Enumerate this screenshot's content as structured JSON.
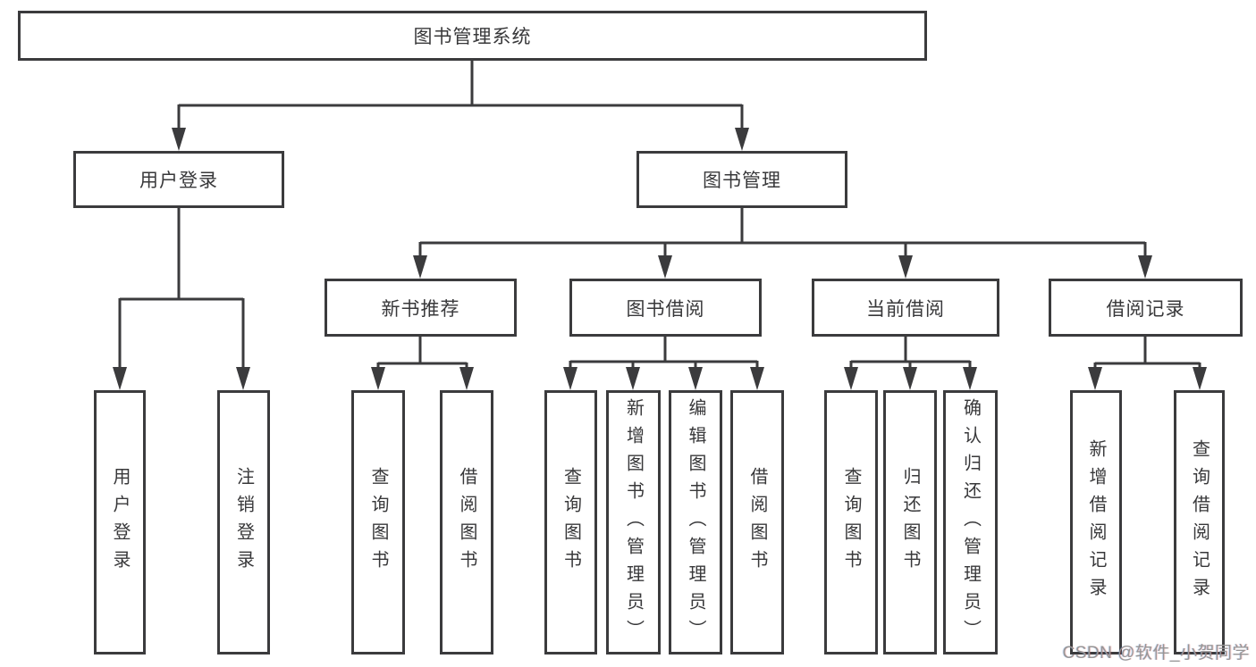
{
  "tree": {
    "root": {
      "label": "图书管理系统"
    },
    "branches": [
      {
        "label": "用户登录",
        "children": [
          {
            "label": "用户登录"
          },
          {
            "label": "注销登录"
          }
        ]
      },
      {
        "label": "图书管理",
        "children": [
          {
            "label": "新书推荐",
            "children": [
              {
                "label": "查询图书"
              },
              {
                "label": "借阅图书"
              }
            ]
          },
          {
            "label": "图书借阅",
            "children": [
              {
                "label": "查询图书"
              },
              {
                "label": "新增图书（管理员）"
              },
              {
                "label": "编辑图书（管理员）"
              },
              {
                "label": "借阅图书"
              }
            ]
          },
          {
            "label": "当前借阅",
            "children": [
              {
                "label": "查询图书"
              },
              {
                "label": "归还图书"
              },
              {
                "label": "确认归还（管理员）"
              }
            ]
          },
          {
            "label": "借阅记录",
            "children": [
              {
                "label": "新增借阅记录"
              },
              {
                "label": "查询借阅记录"
              }
            ]
          }
        ]
      }
    ]
  },
  "watermark": {
    "text": "CSDN @软件_小贺同学"
  },
  "colors": {
    "line": "#3b3b3d",
    "text": "#38383a",
    "watermark": "#969696",
    "background": "#ffffff"
  }
}
